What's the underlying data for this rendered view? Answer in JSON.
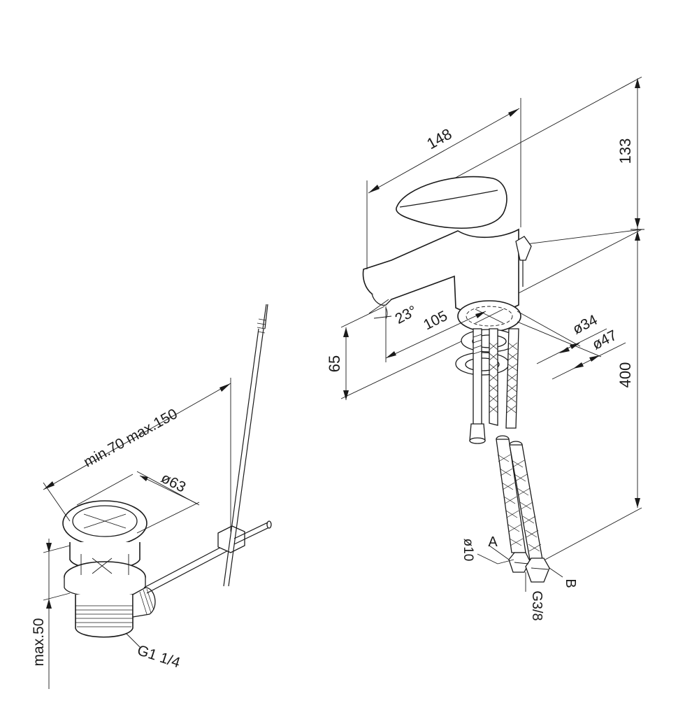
{
  "diagram": {
    "faucet": {
      "dim_width": "148",
      "dim_height_top": "133",
      "dim_height_total": "400",
      "dim_spout_height": "65",
      "dim_spout_reach": "105",
      "dim_angle": "23°",
      "dim_base_diameter": "ø34",
      "dim_flange_diameter": "ø47",
      "dim_hose_diameter": "ø10",
      "hose_label_a": "A",
      "hose_label_b": "B",
      "hose_thread": "G3/8"
    },
    "drain": {
      "dim_rod_length": "min.70 max.150",
      "dim_cap_diameter": "ø63",
      "dim_height": "max.50",
      "thread": "G1 1/4"
    }
  }
}
